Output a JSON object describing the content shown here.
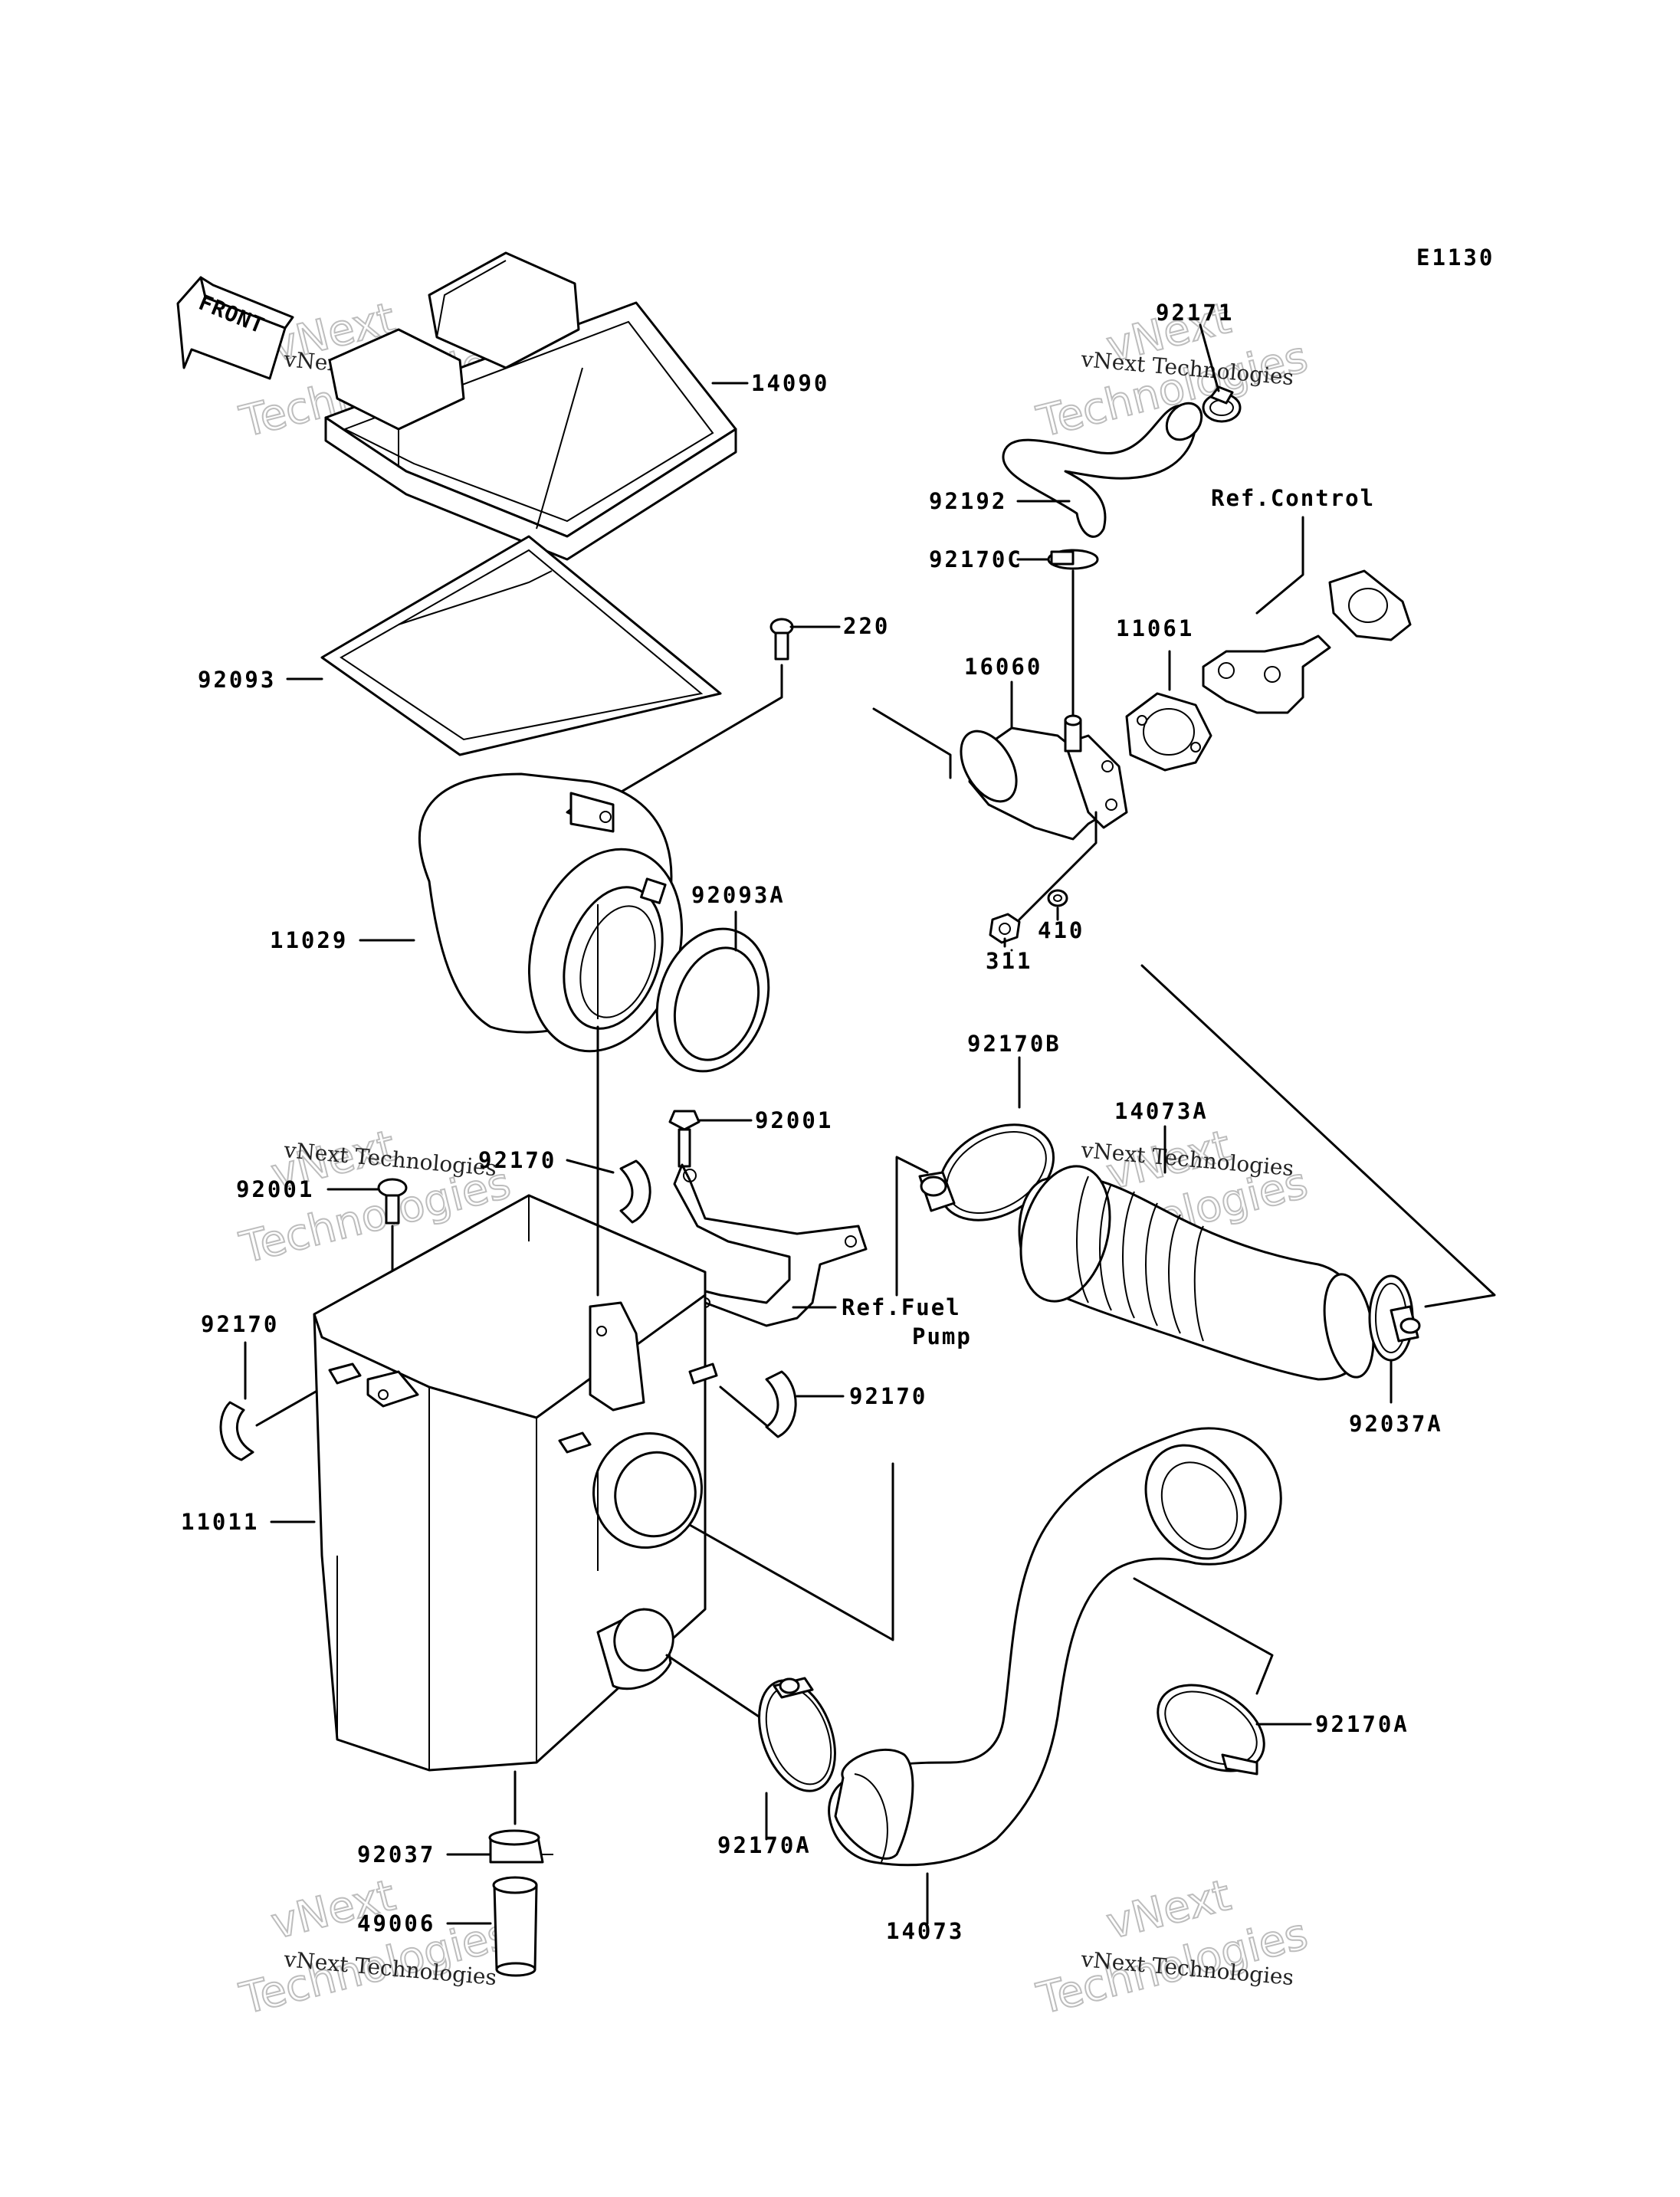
{
  "diagram_code": "E1130",
  "front_label": "FRONT",
  "parts": {
    "p14090": "14090",
    "p92093": "92093",
    "p220": "220",
    "p11029": "11029",
    "p92093A": "92093A",
    "p92001_a": "92001",
    "p92001_b": "92001",
    "p92170_a": "92170",
    "p92170_b": "92170",
    "p92170_c": "92170",
    "p11011": "11011",
    "p92037": "92037",
    "p49006": "49006",
    "p92170A_a": "92170A",
    "p92170A_b": "92170A",
    "p14073": "14073",
    "p14073A": "14073A",
    "p92170B": "92170B",
    "p92037A": "92037A",
    "p92171": "92171",
    "p92192": "92192",
    "p92170C": "92170C",
    "p16060": "16060",
    "p11061": "11061",
    "p311": "311",
    "p410": "410"
  },
  "refs": {
    "control": "Ref.Control",
    "fuel_line1": "Ref.Fuel",
    "fuel_line2": "Pump"
  },
  "watermark": {
    "name": "vNext Technologies",
    "line1": "vNext",
    "line2": "Technologies"
  }
}
